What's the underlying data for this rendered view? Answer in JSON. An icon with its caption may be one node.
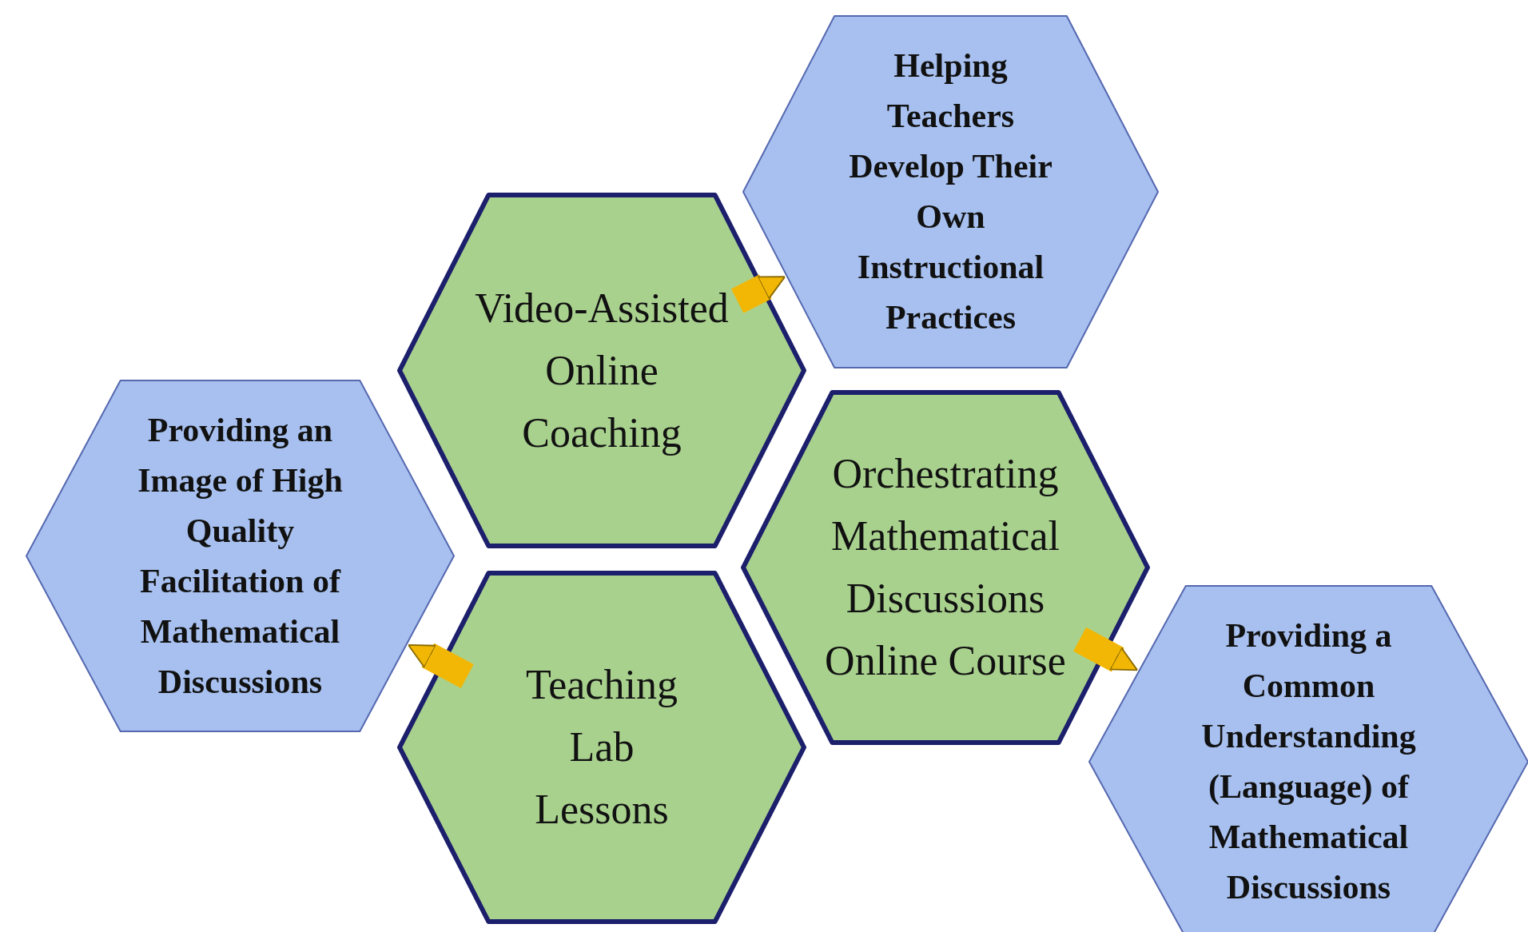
{
  "diagram": {
    "nodes": [
      {
        "text": [
          "Helping Teachers Develop Their Own Instructional Practices"
        ]
      },
      {
        "text": [
          "Video-Assisted Online Coaching"
        ]
      },
      {
        "text": [
          "Providing an Image of High Quality Facilitation of Mathematical Discussions"
        ]
      },
      {
        "text": [
          "Orchestrating Mathematical Discussions Online Course"
        ]
      },
      {
        "text": [
          "Teaching Lab Lessons"
        ]
      },
      {
        "text": [
          "Providing a Common Understanding (Language) of Mathematical Discussions"
        ]
      }
    ],
    "edges": [
      {
        "from": 1,
        "to": 0,
        "arrow": "to"
      },
      {
        "from": 4,
        "to": 2,
        "arrow": "to"
      },
      {
        "from": 3,
        "to": 5,
        "arrow": "to"
      }
    ]
  }
}
